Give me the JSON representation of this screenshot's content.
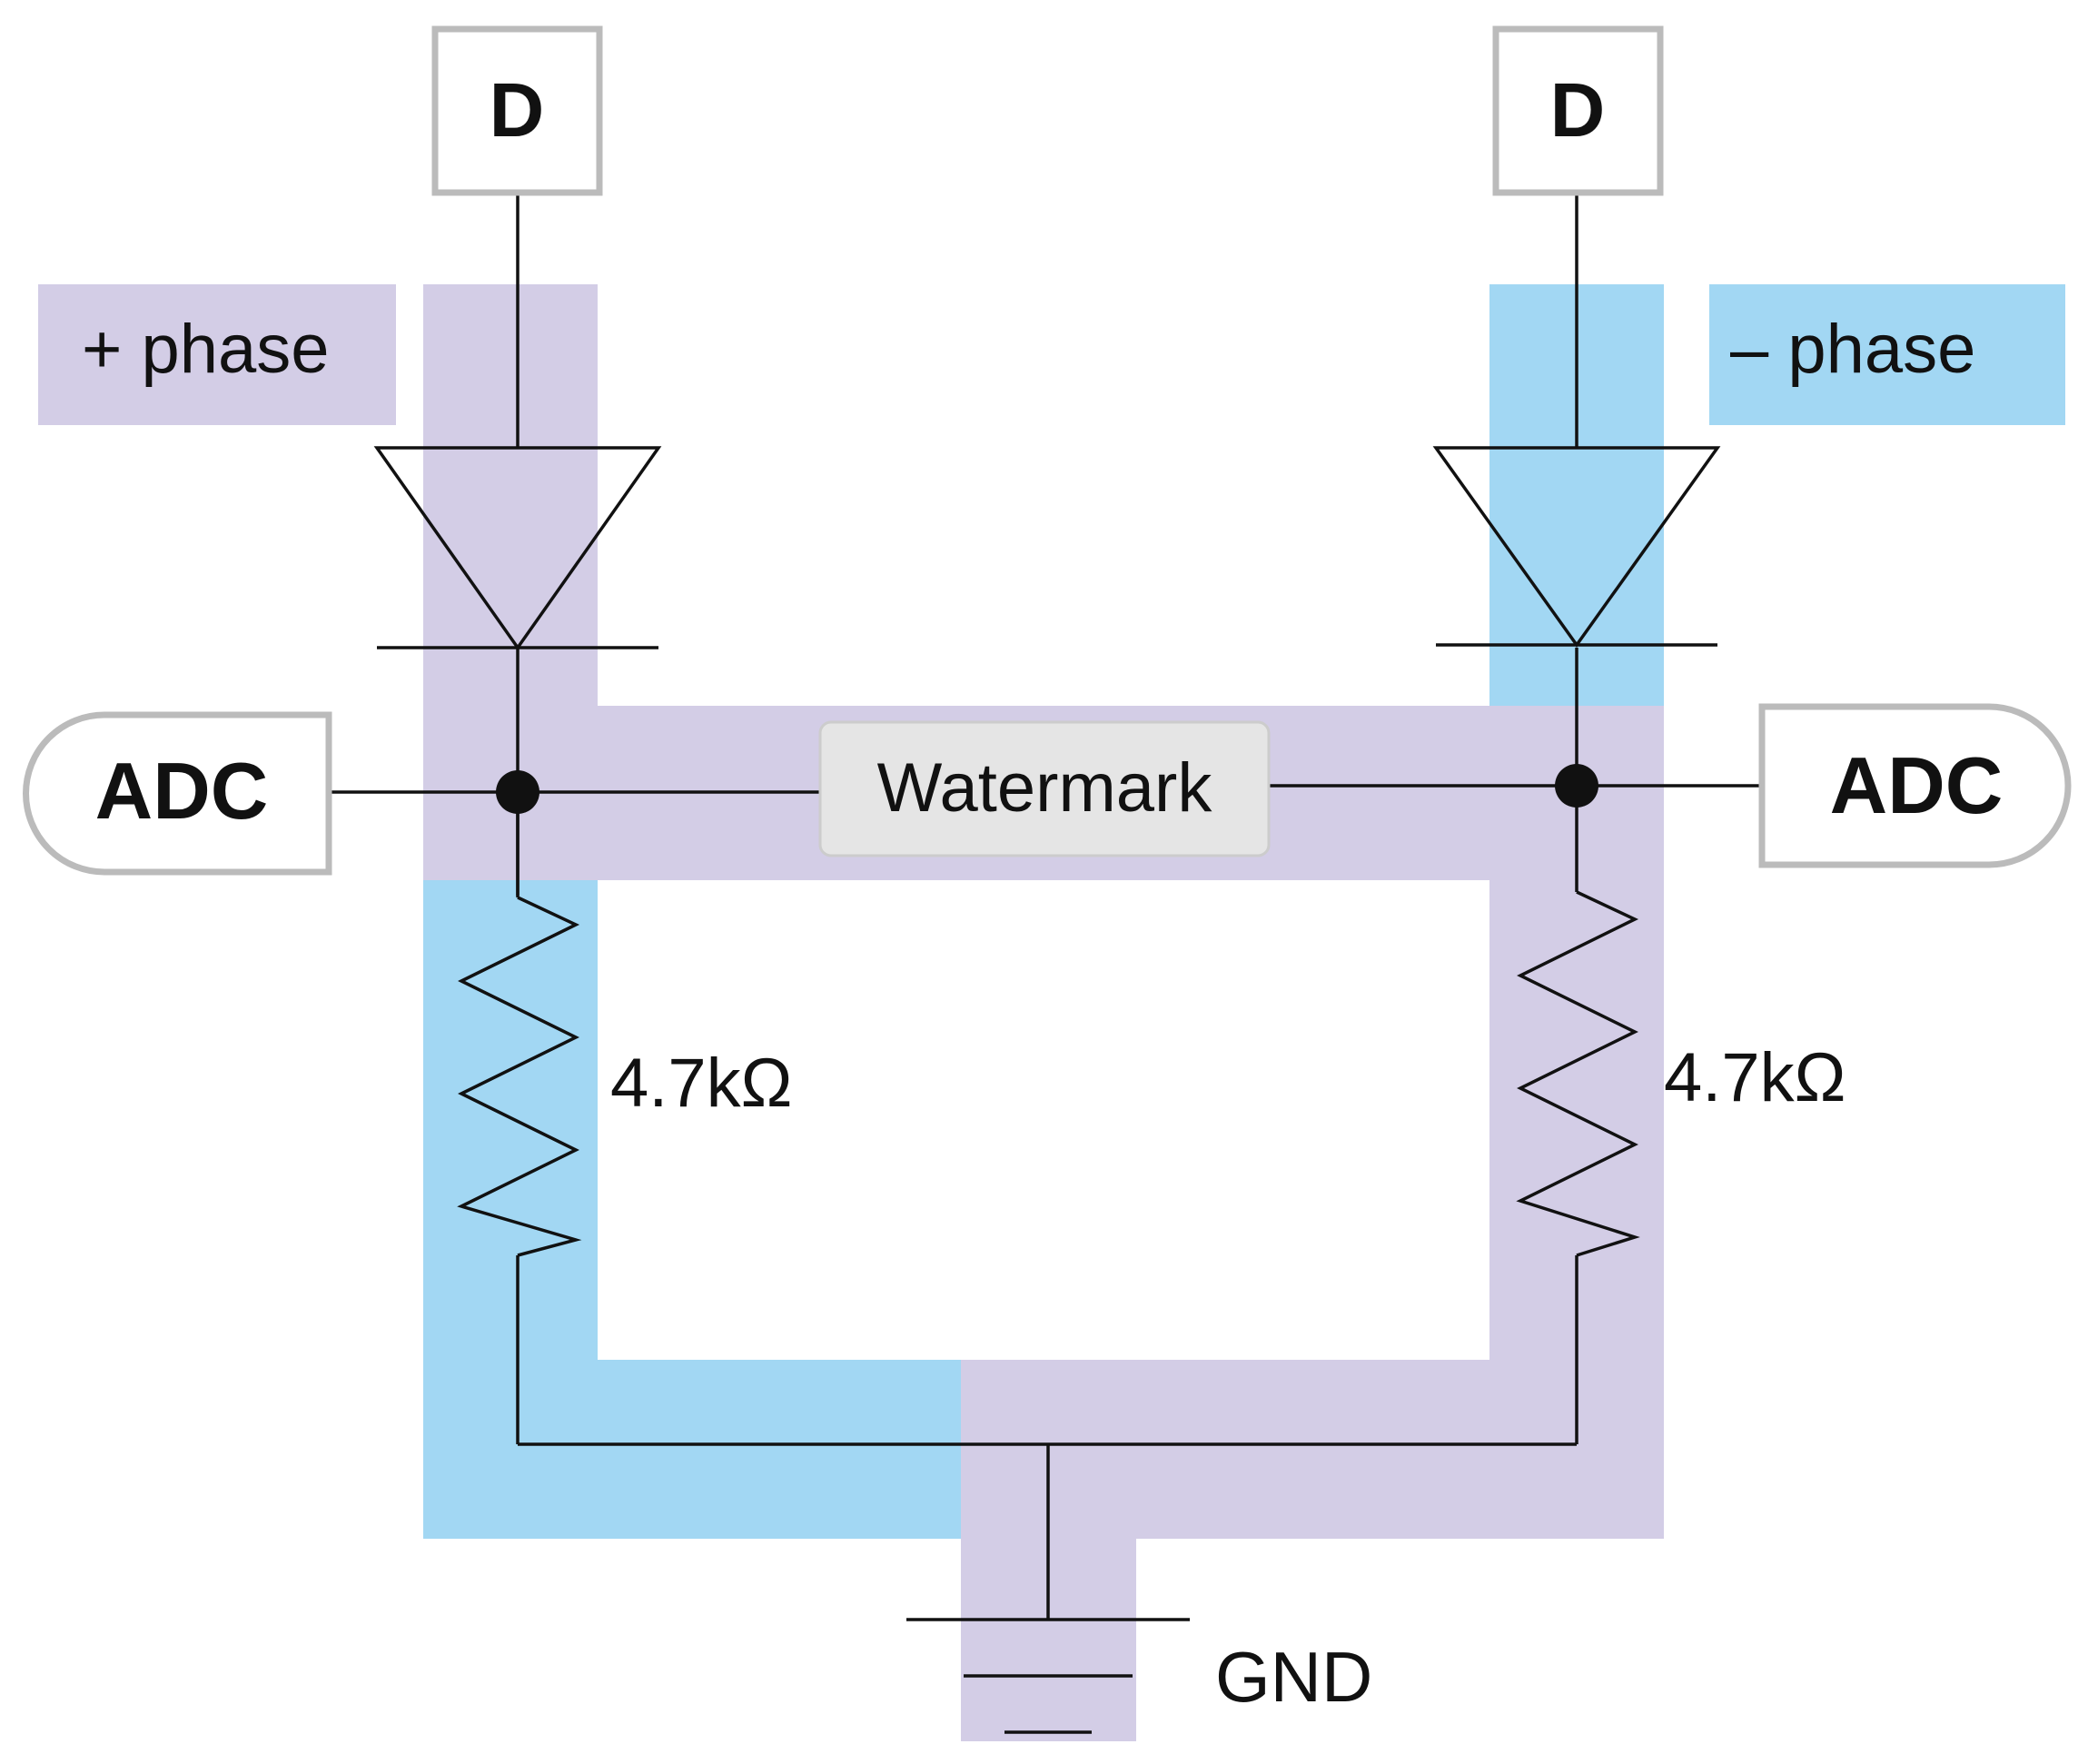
{
  "diagram": {
    "colors": {
      "plus_phase_fill": "#d3cde6",
      "minus_phase_fill": "#a2d7f3",
      "wire": "#111111",
      "box_border": "#bbbbbb",
      "watermark_fill": "#e5e5e5"
    },
    "legend": {
      "plus_phase": "+ phase",
      "minus_phase": "– phase"
    },
    "left": {
      "terminal": "D",
      "adc": "ADC",
      "resistor": "4.7kΩ"
    },
    "right": {
      "terminal": "D",
      "adc": "ADC",
      "resistor": "4.7kΩ"
    },
    "center": {
      "watermark": "Watermark"
    },
    "ground": {
      "label": "GND"
    },
    "components": {
      "diode_icon": "diode-triangle",
      "resistor_icon": "zigzag-resistor",
      "ground_icon": "ground-symbol",
      "junction_icon": "filled-dot"
    }
  }
}
